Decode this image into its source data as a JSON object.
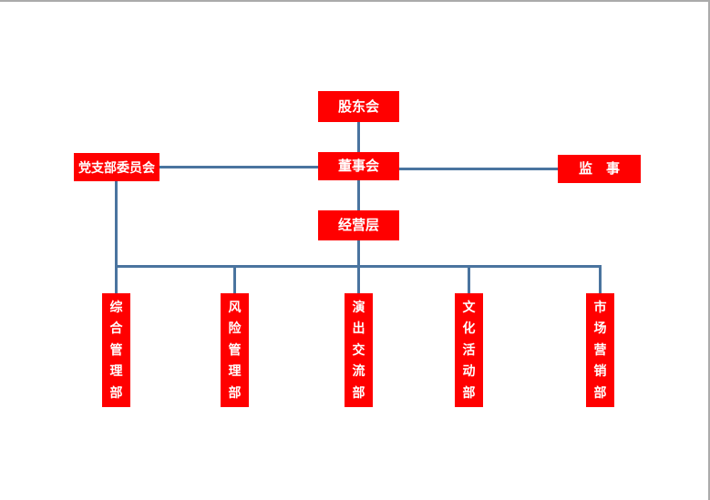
{
  "page": {
    "background": "#ffffff",
    "edge_border_color": "#ababab"
  },
  "colors": {
    "node_fill": "#ff0000",
    "node_text": "#ffffff",
    "connector": "#4a749f"
  },
  "org_chart": {
    "type": "org-chart",
    "nodes": {
      "shareholders": {
        "label": "股东会"
      },
      "party_branch": {
        "label": "党支部委员会"
      },
      "board": {
        "label": "董事会"
      },
      "supervisor": {
        "label": "监　事"
      },
      "management": {
        "label": "经营层"
      },
      "departments": [
        {
          "label": "综合管理部"
        },
        {
          "label": "风险管理部"
        },
        {
          "label": "演出交流部"
        },
        {
          "label": "文化活动部"
        },
        {
          "label": "市场营销部"
        }
      ]
    },
    "edges": [
      {
        "from": "股东会",
        "to": "董事会"
      },
      {
        "from": "党支部委员会",
        "to": "董事会"
      },
      {
        "from": "董事会",
        "to": "监事"
      },
      {
        "from": "董事会",
        "to": "经营层"
      },
      {
        "from": "经营层",
        "to": "综合管理部"
      },
      {
        "from": "经营层",
        "to": "风险管理部"
      },
      {
        "from": "经营层",
        "to": "演出交流部"
      },
      {
        "from": "经营层",
        "to": "文化活动部"
      },
      {
        "from": "经营层",
        "to": "市场营销部"
      },
      {
        "from": "党支部委员会",
        "to": "综合管理部"
      }
    ]
  }
}
